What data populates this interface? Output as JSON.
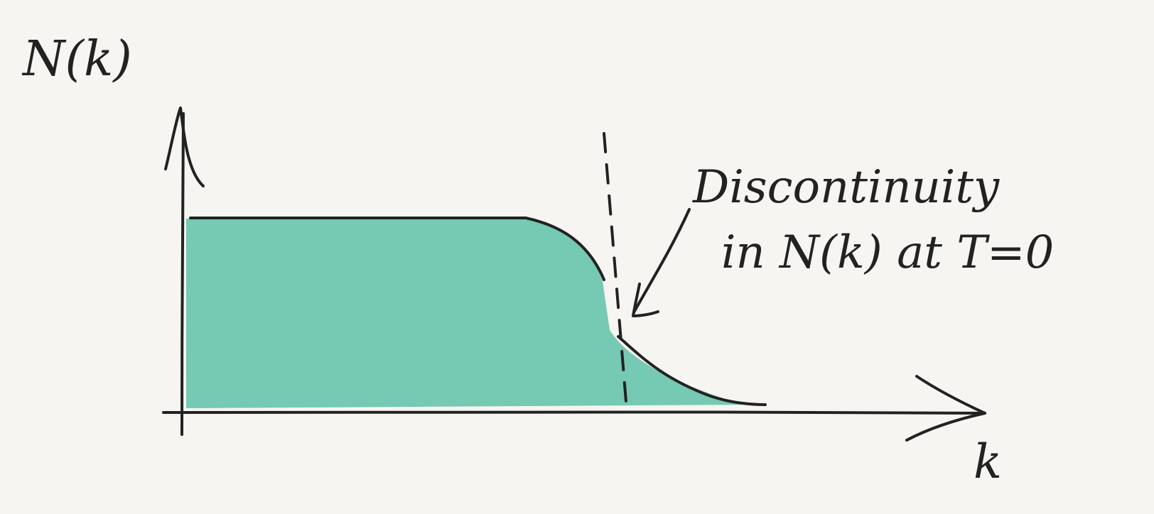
{
  "labels": {
    "y_axis": "N(k)",
    "x_axis": "k",
    "annotation_line1": "Discontinuity",
    "annotation_line2": "in N(k) at T=0"
  },
  "colors": {
    "background": "#f6f5f1",
    "ink": "#222222",
    "fill": "#76c9b3"
  }
}
